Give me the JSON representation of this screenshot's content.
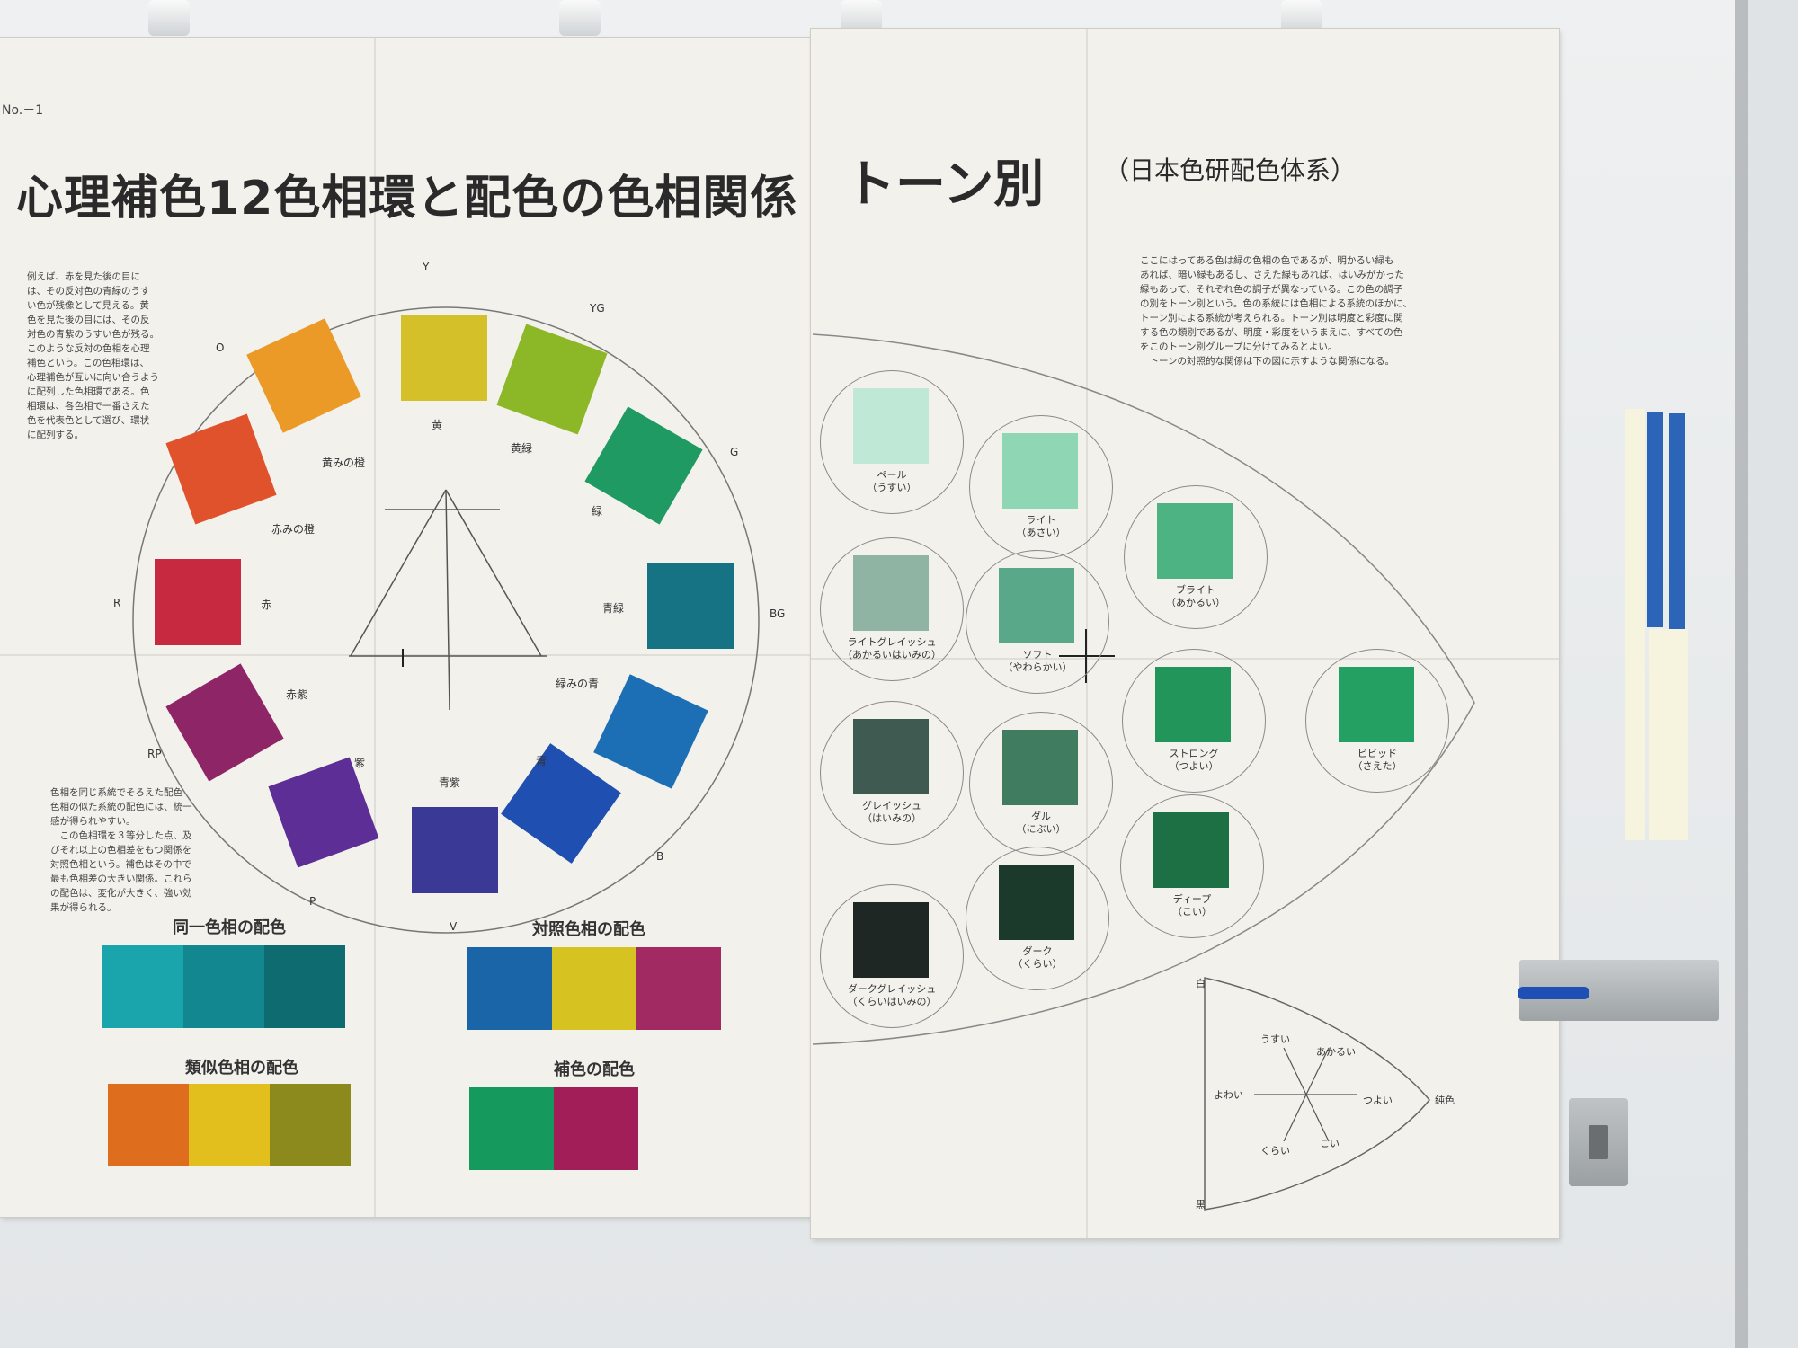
{
  "left_poster": {
    "page_id": "No.－1",
    "title": "心理補色12色相環と配色の色相関係",
    "intro_text": "例えば、赤を見た後の目に\nは、その反対色の青緑のうす\nい色が残像として見える。黄\n色を見た後の目には、その反\n対色の青紫のうすい色が残る。\nこのような反対の色相を心理\n補色という。この色相環は、\n心理補色が互いに向い合うよう\nに配列した色相環である。色\n相環は、各色相で一番さえた\n色を代表色として選び、環状\nに配列する。",
    "lower_text": "色相を同じ系統でそろえた配色\n色相の似た系統の配色には、統一\n感が得られやすい。\n　この色相環を３等分した点、及\nびそれ以上の色相差をもつ関係を\n対照色相という。補色はその中で\n最も色相差の大きい関係。これら\nの配色は、変化が大きく、強い効\n果が得られる。",
    "hues": [
      {
        "code": "Y",
        "label": "黄",
        "color": "#d4c12a"
      },
      {
        "code": "YG",
        "label": "黄緑",
        "color": "#8cb828"
      },
      {
        "code": "G",
        "label": "緑",
        "color": "#1f9a62"
      },
      {
        "code": "BG",
        "label": "青緑",
        "color": "#157384"
      },
      {
        "code": "",
        "label": "緑みの青",
        "color": "#1c6fb4"
      },
      {
        "code": "B",
        "label": "青",
        "color": "#1f4fb0"
      },
      {
        "code": "V",
        "label": "青紫",
        "color": "#3a3a96"
      },
      {
        "code": "P",
        "label": "紫",
        "color": "#5c2e96"
      },
      {
        "code": "RP",
        "label": "赤紫",
        "color": "#8e2566"
      },
      {
        "code": "R",
        "label": "赤",
        "color": "#c72a40"
      },
      {
        "code": "",
        "label": "赤みの橙",
        "color": "#e0522c"
      },
      {
        "code": "O",
        "label": "黄みの橙",
        "color": "#eb9a28"
      }
    ],
    "schemes": [
      {
        "title": "同一色相の配色",
        "colors": [
          "#1aa5ad",
          "#12878f",
          "#0e6c71"
        ]
      },
      {
        "title": "対照色相の配色",
        "colors": [
          "#1a64a8",
          "#d6c322",
          "#a22a62"
        ]
      },
      {
        "title": "類似色相の配色",
        "colors": [
          "#de6e1e",
          "#e2bf1c",
          "#8c8a1c"
        ]
      },
      {
        "title": "補色の配色",
        "colors": [
          "#16995c",
          "#a21e58"
        ]
      }
    ]
  },
  "right_poster": {
    "title": "トーン別",
    "subtitle": "（日本色研配色体系）",
    "intro_text": "ここにはってある色は緑の色相の色であるが、明かるい緑も\nあれば、暗い緑もあるし、さえた緑もあれば、はいみがかった\n緑もあって、それぞれ色の調子が異なっている。この色の調子\nの別をトーン別という。色の系統には色相による系統のほかに、\nトーン別による系統が考えられる。トーン別は明度と彩度に関\nする色の類別であるが、明度・彩度をいうまえに、すべての色\nをこのトーン別グループに分けてみるとよい。\n　トーンの対照的な関係は下の図に示すような関係になる。",
    "tones": [
      {
        "label": "ペール\n（うすい）",
        "color": "#bfe8d6"
      },
      {
        "label": "ライト\n（あさい）",
        "color": "#8fd6b4"
      },
      {
        "label": "ライトグレイッシュ\n（あかるいはいみの）",
        "color": "#8fb4a4"
      },
      {
        "label": "ソフト\n（やわらかい）",
        "color": "#5aa88a"
      },
      {
        "label": "ブライト\n（あかるい）",
        "color": "#4db383"
      },
      {
        "label": "グレイッシュ\n（はいみの）",
        "color": "#3f5a50"
      },
      {
        "label": "ダル\n（にぶい）",
        "color": "#3f7c60"
      },
      {
        "label": "ストロング\n（つよい）",
        "color": "#22955a"
      },
      {
        "label": "ビビッド\n（さえた）",
        "color": "#24a062"
      },
      {
        "label": "ディープ\n（こい）",
        "color": "#1c7044"
      },
      {
        "label": "ダーク\n（くらい）",
        "color": "#1c3a2c"
      },
      {
        "label": "ダークグレイッシュ\n（くらいはいみの）",
        "color": "#1e2724"
      }
    ],
    "diagram": {
      "white": "白",
      "black": "黒",
      "pure": "純色",
      "thin": "うすい",
      "bright": "あかるい",
      "weak": "よわい",
      "strong": "つよい",
      "dark": "くらい",
      "deep": "こい"
    }
  }
}
